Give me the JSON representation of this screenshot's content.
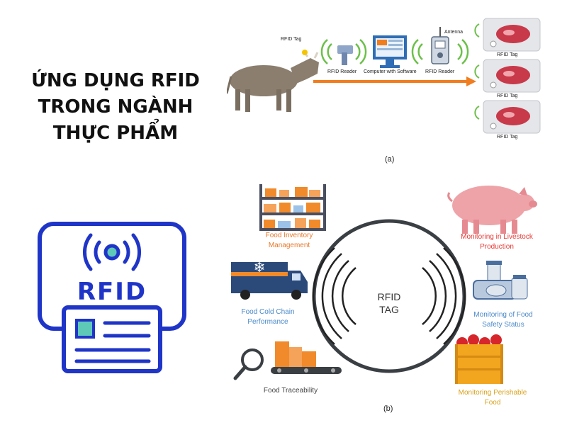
{
  "title": {
    "line1": "ỨNG DỤNG RFID",
    "line2": "TRONG NGÀNH",
    "line3": "THỰC PHẨM"
  },
  "icon": {
    "label": "RFID"
  },
  "figure_a": {
    "caption": "(a)",
    "rfid_tag": "RFID Tag",
    "rfid_reader_1": "RFID Reader",
    "computer": "Computer with Software",
    "antenna": "Antenna",
    "rfid_reader_2": "RFID Reader",
    "meat_tag_1": "RFID Tag",
    "meat_tag_2": "RFID Tag",
    "meat_tag_3": "RFID Tag"
  },
  "figure_b": {
    "caption": "(b)",
    "center_line1": "RFID",
    "center_line2": "TAG",
    "inventory_1": "Food Inventory",
    "inventory_2": "Management",
    "coldchain_1": "Food Cold Chain",
    "coldchain_2": "Performance",
    "traceability": "Food Traceability",
    "livestock_1": "Monitoring in Livestock",
    "livestock_2": "Production",
    "safety_1": "Monitoring of Food",
    "safety_2": "Safety Status",
    "perishable_1": "Monitoring Perishable",
    "perishable_2": "Food"
  },
  "colors": {
    "title": "#111111",
    "icon_blue": "#1f35c8",
    "arrow_orange": "#f07d1e",
    "ring": "#3a3f44"
  }
}
